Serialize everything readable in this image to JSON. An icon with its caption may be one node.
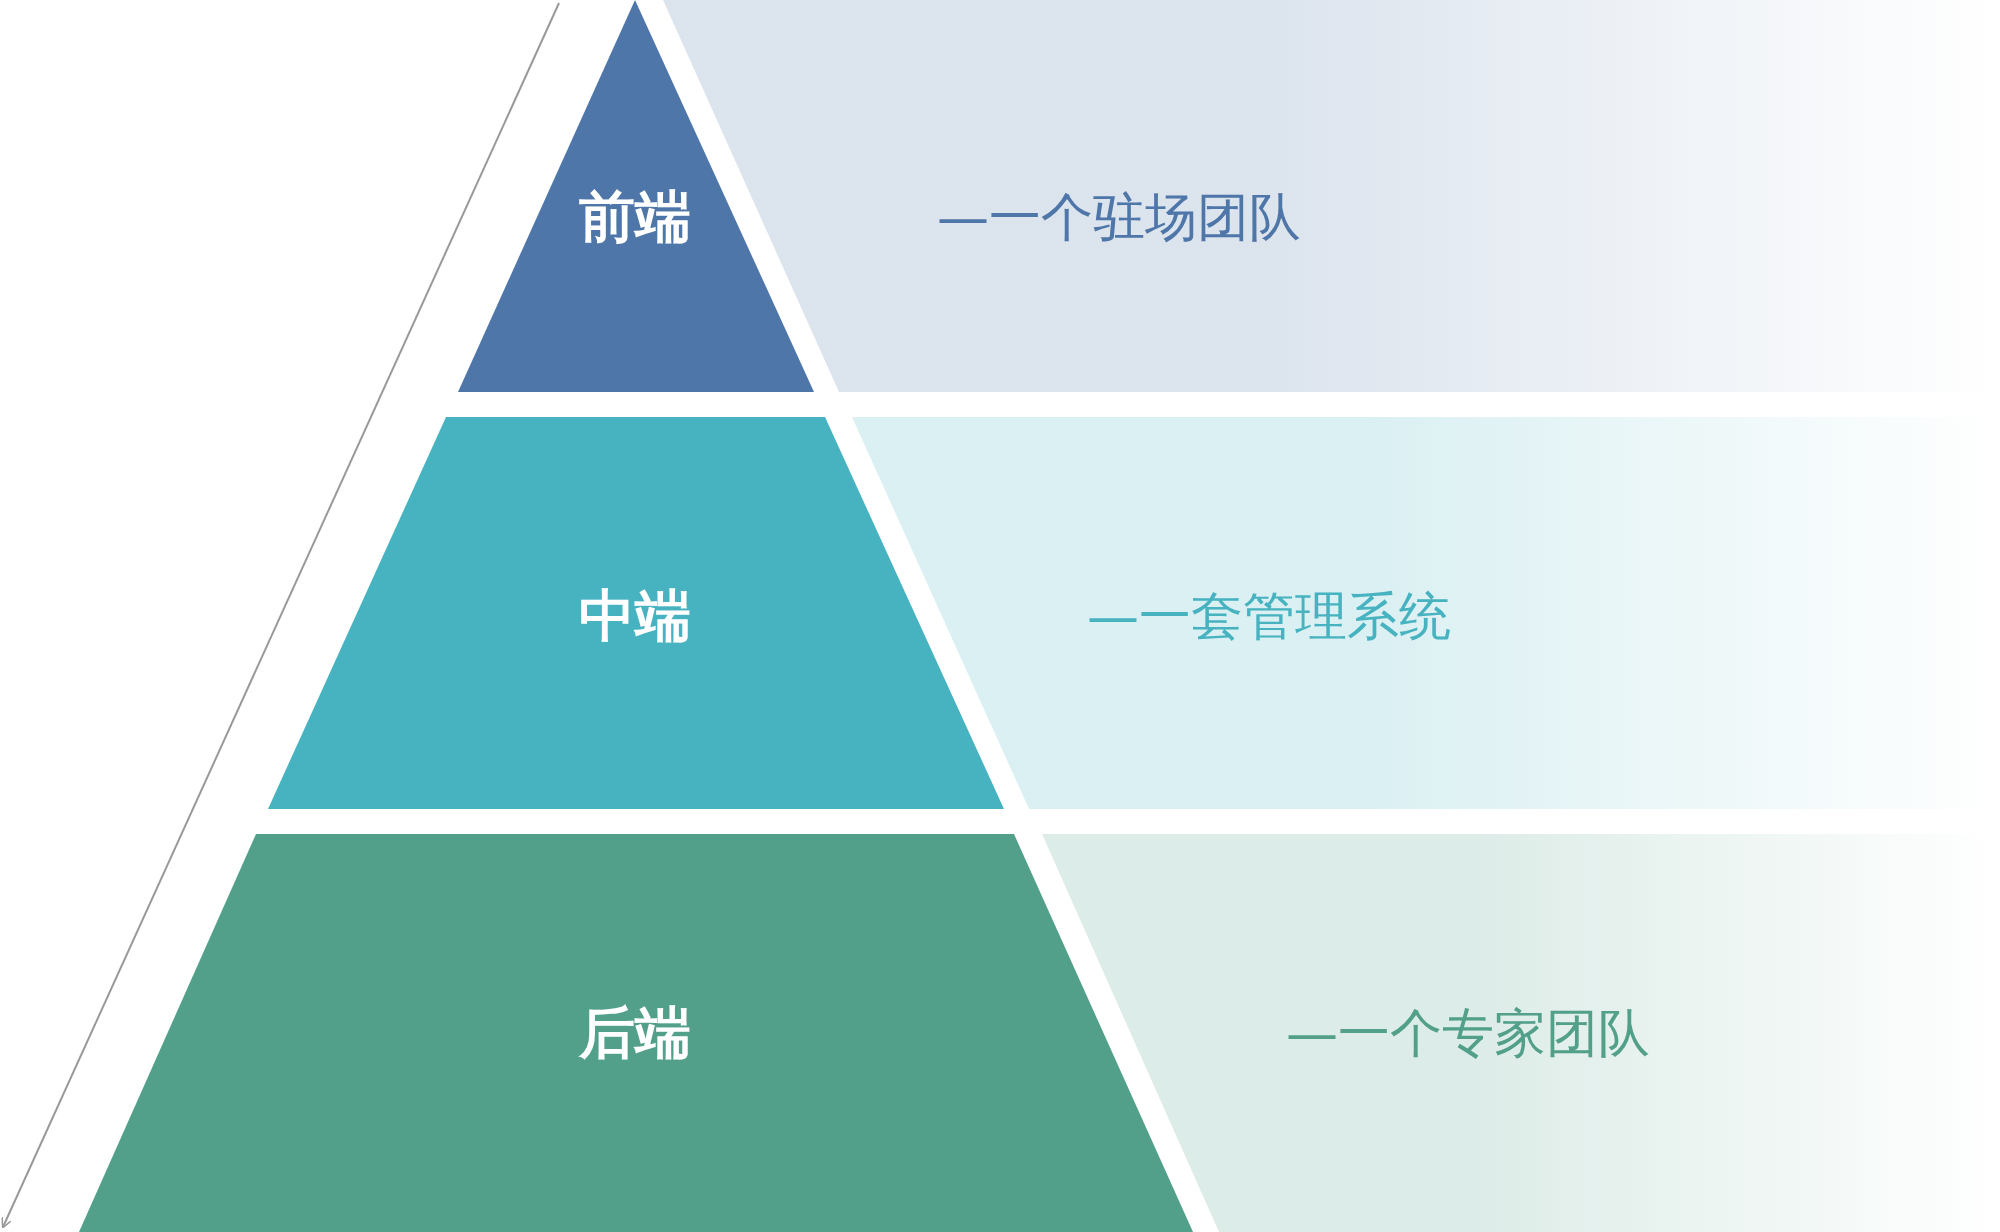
{
  "diagram": {
    "nodes": [
      {
        "text": [
          "前端"
        ]
      },
      {
        "text": [
          "—一个驻场团队"
        ]
      },
      {
        "text": [
          "中端"
        ]
      },
      {
        "text": [
          "—一套管理系统"
        ]
      },
      {
        "text": [
          "后端"
        ]
      },
      {
        "text": [
          "—一个专家团队"
        ]
      }
    ]
  }
}
